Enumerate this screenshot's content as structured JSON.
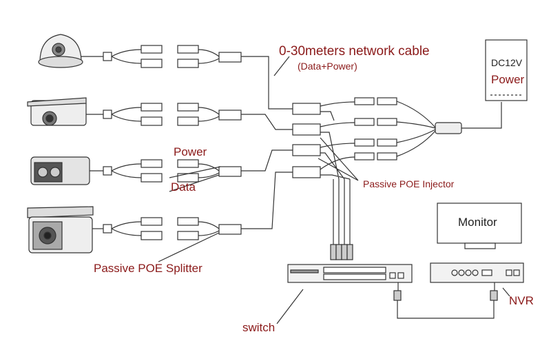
{
  "labels": {
    "cable_title": "0-30meters network cable",
    "cable_sub": "(Data+Power)",
    "dc": "DC12V",
    "power_supply": "Power",
    "power": "Power",
    "data": "Data",
    "injector": "Passive POE Injector",
    "splitter": "Passive POE Splitter",
    "monitor": "Monitor",
    "nvr": "NVR",
    "switch": "switch"
  },
  "colors": {
    "label": "#8b1a1a",
    "line": "#333333"
  },
  "icons": [
    "dome-camera-icon",
    "bullet-camera-icon",
    "box-camera-icon",
    "outdoor-camera-icon",
    "power-adapter-icon",
    "monitor-icon",
    "nvr-icon",
    "switch-icon"
  ]
}
